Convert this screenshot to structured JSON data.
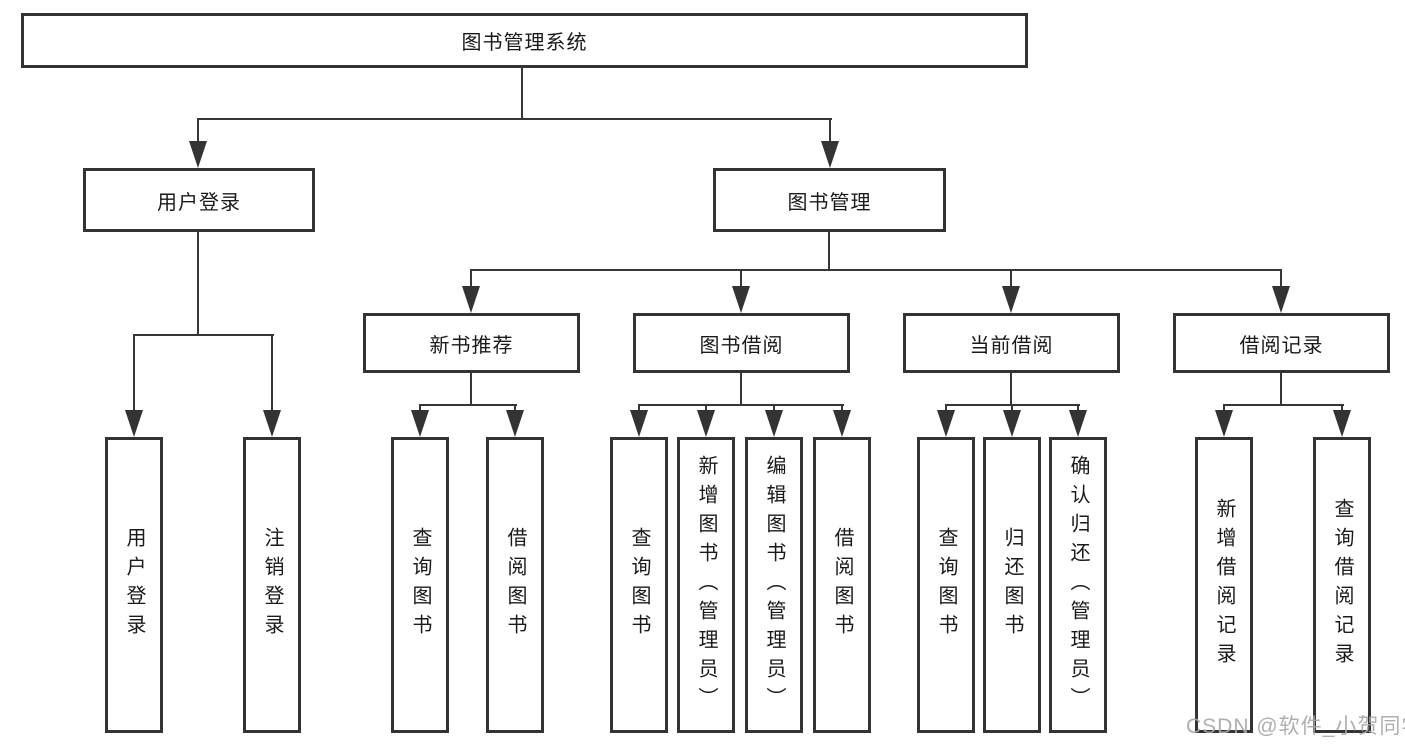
{
  "tree": {
    "label": "图书管理系统",
    "children": [
      {
        "label": "用户登录",
        "children": [
          {
            "label": "用户登录"
          },
          {
            "label": "注销登录"
          }
        ]
      },
      {
        "label": "图书管理",
        "children": [
          {
            "label": "新书推荐",
            "children": [
              {
                "label": "查询图书"
              },
              {
                "label": "借阅图书"
              }
            ]
          },
          {
            "label": "图书借阅",
            "children": [
              {
                "label": "查询图书"
              },
              {
                "label": "新增图书（管理员）"
              },
              {
                "label": "编辑图书（管理员）"
              },
              {
                "label": "借阅图书"
              }
            ]
          },
          {
            "label": "当前借阅",
            "children": [
              {
                "label": "查询图书"
              },
              {
                "label": "归还图书"
              },
              {
                "label": "确认归还（管理员）"
              }
            ]
          },
          {
            "label": "借阅记录",
            "children": [
              {
                "label": "新增借阅记录"
              },
              {
                "label": "查询借阅记录"
              }
            ]
          }
        ]
      }
    ]
  },
  "watermark": "CSDN @软件_小贺同学",
  "style": {
    "line_color": "#333333",
    "box_border_color": "#333333",
    "text_color": "#1a1a1a",
    "watermark_color": "#a8a8a8",
    "background": "#ffffff"
  }
}
